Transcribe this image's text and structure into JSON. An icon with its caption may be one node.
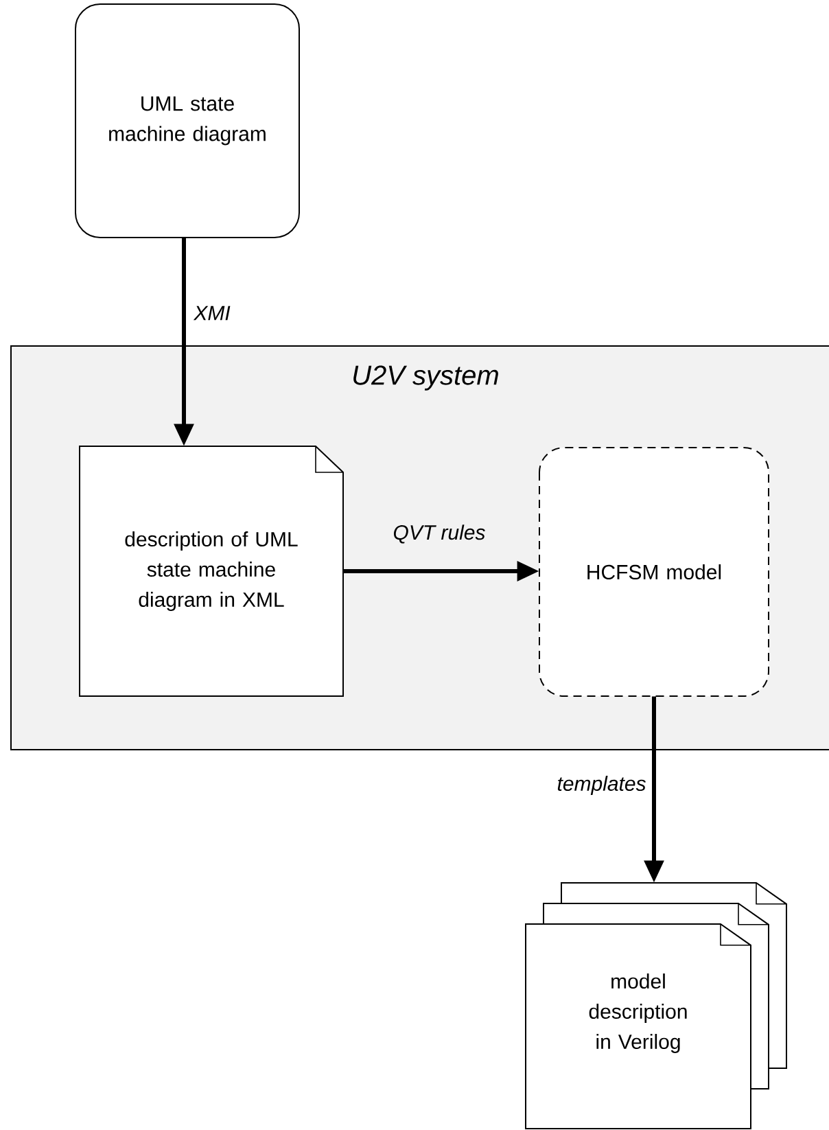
{
  "diagram": {
    "nodes": [
      {
        "text": [
          "UML state machine diagram"
        ]
      },
      {
        "text": [
          "U2V system"
        ]
      },
      {
        "text": [
          "description of UML state machine diagram in XML"
        ],
        "in": 1
      },
      {
        "text": [
          "HCFSM model"
        ],
        "in": 1
      },
      {
        "text": [
          "model description in Verilog"
        ]
      }
    ],
    "edges": [
      {
        "from": 0,
        "to": 2,
        "arrow": "to",
        "label": "XMI"
      },
      {
        "from": 2,
        "to": 3,
        "arrow": "to",
        "label": "QVT rules"
      },
      {
        "from": 3,
        "to": 4,
        "arrow": "to",
        "label": "templates"
      }
    ]
  }
}
